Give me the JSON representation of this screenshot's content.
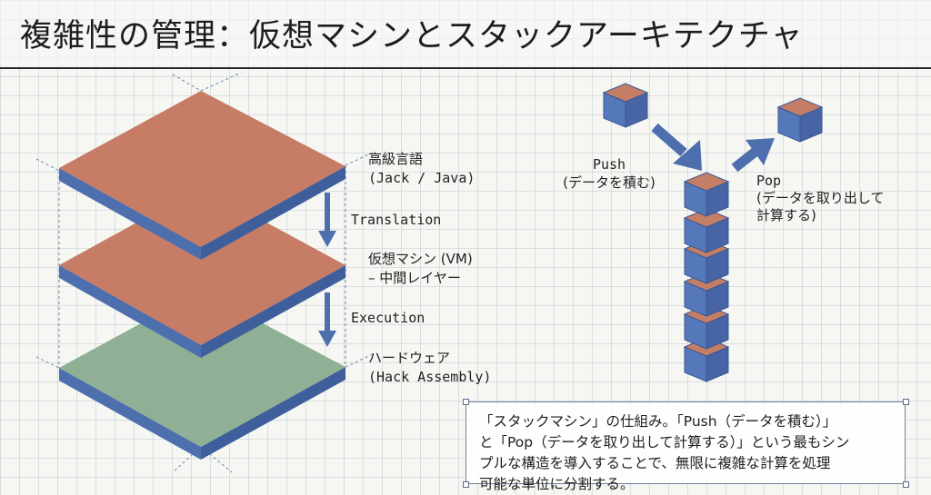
{
  "title": "複雑性の管理：仮想マシンとスタックアーキテクチャ",
  "layers": {
    "top": {
      "label": "高級言語",
      "sublabel": "(Jack / Java)"
    },
    "middle": {
      "label": "仮想マシン (VM)",
      "sublabel": "– 中間レイヤー"
    },
    "bottom": {
      "label": "ハードウェア",
      "sublabel": "(Hack Assembly)"
    },
    "arrow1_label": "Translation",
    "arrow2_label": "Execution"
  },
  "stack": {
    "push_label": "Push",
    "push_sublabel": "(データを積む)",
    "pop_label": "Pop",
    "pop_sublabel1": "(データを取り出して",
    "pop_sublabel2": "計算する)"
  },
  "callout": {
    "line1": "「スタックマシン」の仕組み。「Push（データを積む）」",
    "line2": "と「Pop（データを取り出して計算する）」という最もシン",
    "line3": "プルな構造を導入することで、無限に複雑な計算を処理",
    "line4": "可能な単位に分割する。"
  },
  "colors": {
    "slab_terracotta": "#c77c66",
    "slab_green": "#8fb094",
    "slab_edge_blue": "#4d6fae",
    "cube_side_blue": "#4f72b4",
    "cube_top": "#c57e66",
    "arrow_blue": "#4d6fae"
  }
}
